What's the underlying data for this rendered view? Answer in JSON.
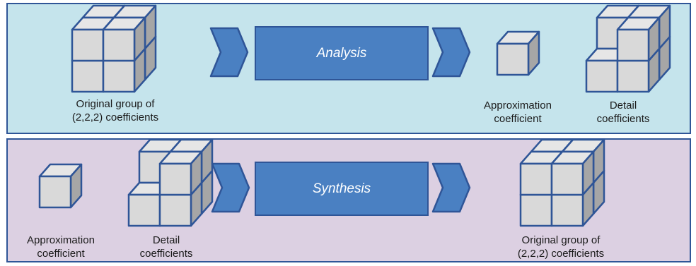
{
  "analysis": {
    "input_label_line1": "Original group of",
    "input_label_line2": "(2,2,2) coefficients",
    "process_label": "Analysis",
    "approx_label_line1": "Approximation",
    "approx_label_line2": "coefficient",
    "detail_label_line1": "Detail",
    "detail_label_line2": "coefficients"
  },
  "synthesis": {
    "approx_label_line1": "Approximation",
    "approx_label_line2": "coefficient",
    "detail_label_line1": "Detail",
    "detail_label_line2": "coefficients",
    "process_label": "Synthesis",
    "output_label_line1": "Original group of",
    "output_label_line2": "(2,2,2) coefficients"
  },
  "colors": {
    "analysis_panel": "#c5e4ec",
    "synthesis_panel": "#dcd0e2",
    "process_fill": "#4a80c2",
    "stroke": "#2f5597",
    "cube_front": "#d9d9d9",
    "cube_top": "#e6e6e6",
    "cube_side": "#a6a6a6"
  }
}
